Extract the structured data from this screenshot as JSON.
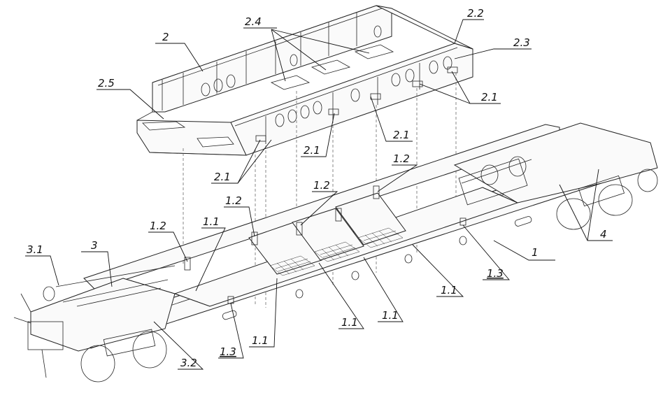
{
  "diagram": {
    "labels": {
      "l2": "2",
      "l2_4": "2.4",
      "l2_2": "2.2",
      "l2_3": "2.3",
      "l2_5": "2.5",
      "l2_1_a": "2.1",
      "l2_1_b": "2.1",
      "l2_1_c": "2.1",
      "l2_1_d": "2.1",
      "l1_2_a": "1.2",
      "l1_2_b": "1.2",
      "l1_2_c": "1.2",
      "l1_2_d": "1.2",
      "l1_1_a": "1.1",
      "l1_1_b": "1.1",
      "l1_1_c": "1.1",
      "l1_1_d": "1.1",
      "l1_1_e": "1.1",
      "l1_3_a": "1.3",
      "l1_3_b": "1.3",
      "l1": "1",
      "l3": "3",
      "l3_1": "3.1",
      "l3_2": "3.2",
      "l4": "4"
    }
  }
}
